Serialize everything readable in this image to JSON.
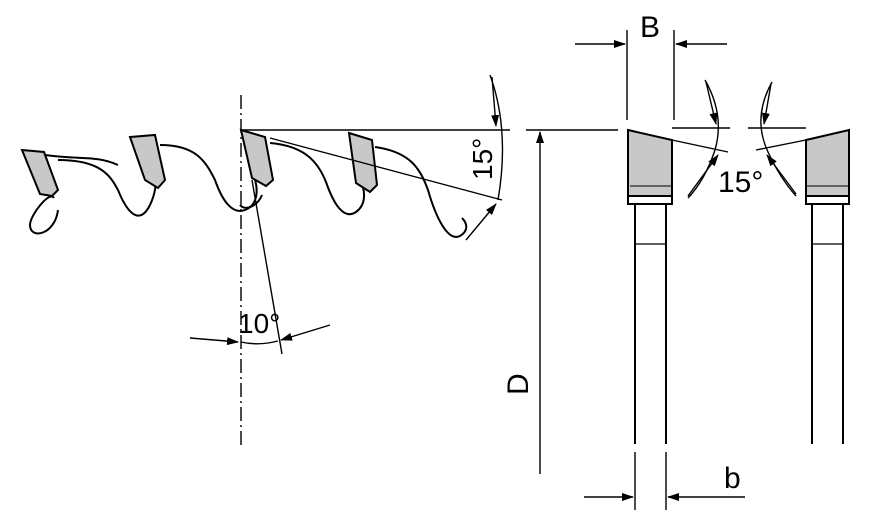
{
  "labels": {
    "B": "B",
    "b": "b",
    "D": "D",
    "angle_10": "10°",
    "angle_15_top": "15°",
    "angle_15_side": "15°"
  },
  "colors": {
    "line": "#000000",
    "carbide_fill": "#c8c8c8",
    "background": "#ffffff"
  }
}
